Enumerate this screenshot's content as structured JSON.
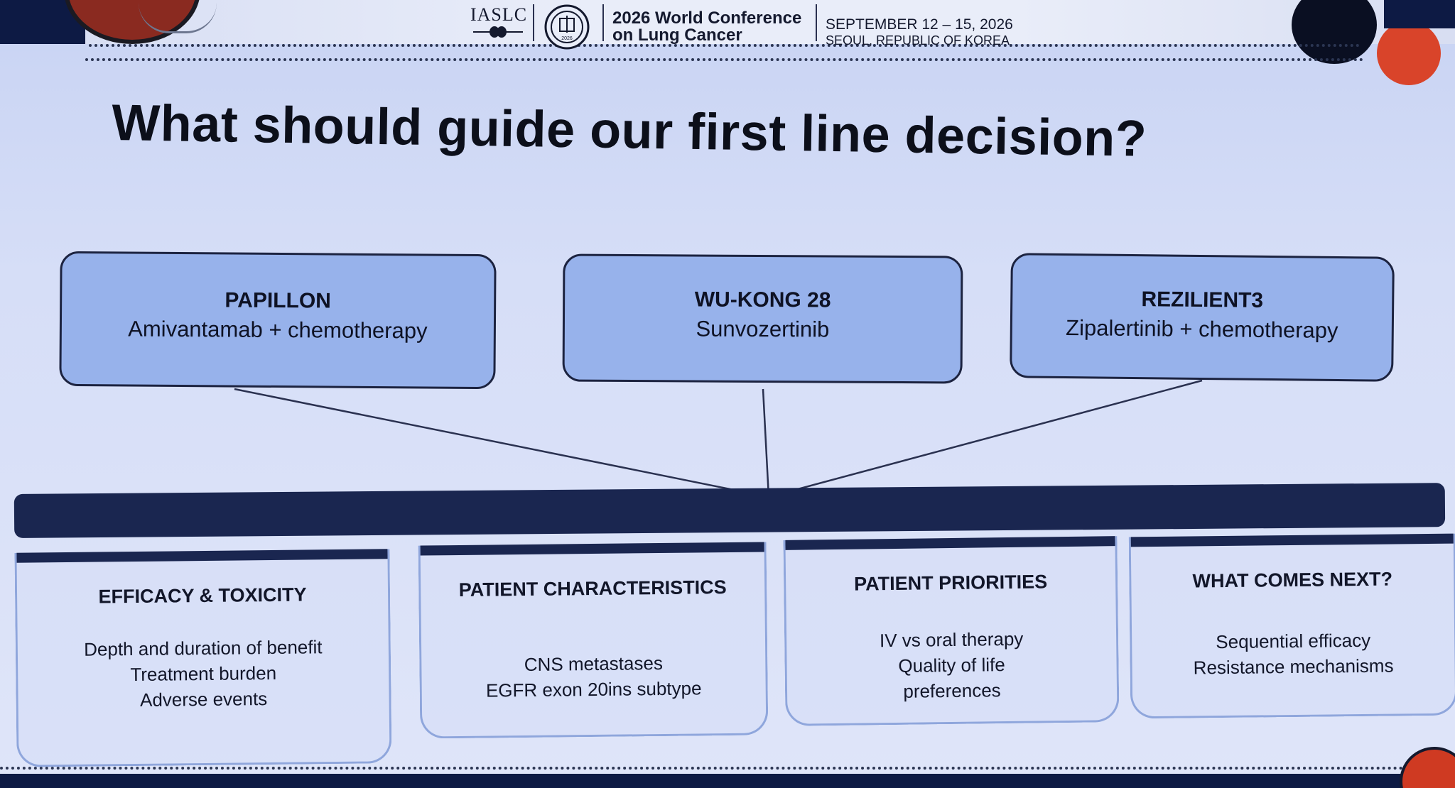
{
  "header": {
    "org": "IASLC",
    "seal_year": "2026",
    "conference_line1": "2026 World Conference",
    "conference_line2": "on Lung Cancer",
    "dates": "SEPTEMBER 12 – 15, 2026",
    "location": "SEOUL, REPUBLIC OF KOREA"
  },
  "title": "What should guide our first line decision?",
  "trials": [
    {
      "name": "PAPILLON",
      "regimen": "Amivantamab + chemotherapy"
    },
    {
      "name": "WU-KONG 28",
      "regimen": "Sunvozertinib"
    },
    {
      "name": "REZILIENT3",
      "regimen": "Zipalertinib + chemotherapy"
    }
  ],
  "factors": [
    {
      "heading": "EFFICACY & TOXICITY",
      "items": [
        "Depth and duration of benefit",
        "Treatment burden",
        "Adverse events"
      ]
    },
    {
      "heading": "PATIENT CHARACTERISTICS",
      "items": [
        "CNS metastases",
        "EGFR exon 20ins subtype"
      ]
    },
    {
      "heading": "PATIENT PRIORITIES",
      "items": [
        "IV vs oral therapy",
        "Quality of life",
        "preferences"
      ]
    },
    {
      "heading": "WHAT COMES NEXT?",
      "items": [
        "Sequential efficacy",
        "Resistance mechanisms"
      ]
    }
  ],
  "colors": {
    "slide_background": "#d6def7",
    "trial_box": "#97b2eb",
    "navy_bar": "#1a2650",
    "factor_border": "#8fa6dc",
    "accent_red": "#d9442a"
  }
}
